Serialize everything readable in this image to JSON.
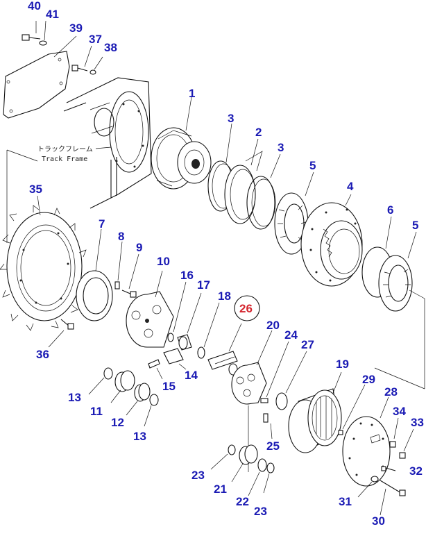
{
  "diagram": {
    "highlight_color": "#d4252e",
    "callout_color": "#1a1ab4",
    "highlighted_part": "26",
    "annotation": {
      "line1": "トラックフレーム",
      "line2": "Track Frame"
    },
    "callouts": [
      "40",
      "41",
      "39",
      "37",
      "38",
      "1",
      "3",
      "2",
      "3",
      "5",
      "4",
      "6",
      "5",
      "35",
      "7",
      "8",
      "9",
      "10",
      "16",
      "17",
      "18",
      "26",
      "20",
      "24",
      "27",
      "19",
      "29",
      "28",
      "34",
      "33",
      "36",
      "13",
      "11",
      "14",
      "15",
      "12",
      "13",
      "23",
      "21",
      "22",
      "23",
      "25",
      "32",
      "31",
      "30"
    ]
  }
}
